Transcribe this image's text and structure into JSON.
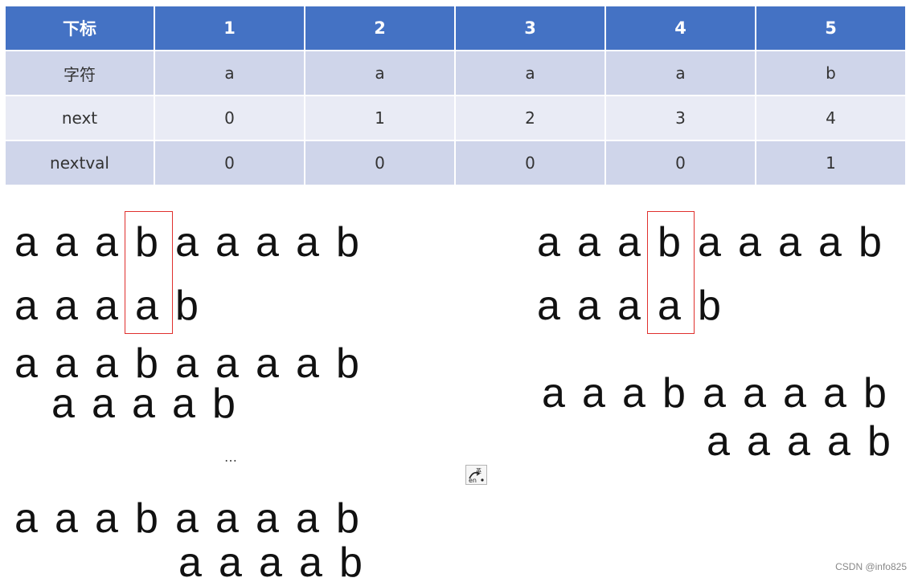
{
  "table": {
    "header": [
      "下标",
      "1",
      "2",
      "3",
      "4",
      "5"
    ],
    "rows": [
      [
        "字符",
        "a",
        "a",
        "a",
        "a",
        "b"
      ],
      [
        "next",
        "0",
        "1",
        "2",
        "3",
        "4"
      ],
      [
        "nextval",
        "0",
        "0",
        "0",
        "0",
        "1"
      ]
    ]
  },
  "left": {
    "main_text": [
      "a",
      "a",
      "a",
      "b",
      "a",
      "a",
      "a",
      "a",
      "b"
    ],
    "pattern": [
      "a",
      "a",
      "a",
      "a",
      "b"
    ],
    "ellipsis": "…"
  },
  "right": {
    "main_text": [
      "a",
      "a",
      "a",
      "b",
      "a",
      "a",
      "a",
      "a",
      "b"
    ],
    "pattern": [
      "a",
      "a",
      "a",
      "a",
      "b"
    ]
  },
  "highlight_color": "#e0302d",
  "header_color": "#4472c4",
  "ime_icon": "ime-en-icon",
  "watermark": "CSDN @info825"
}
